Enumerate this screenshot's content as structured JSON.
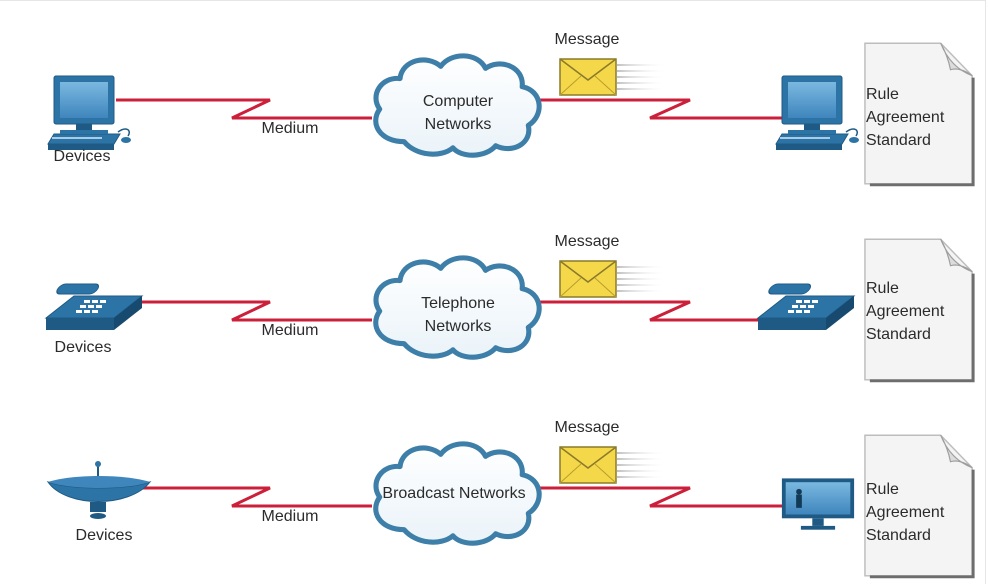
{
  "colors": {
    "link_line": "#cc1f3a",
    "cloud_outline": "#3d7fa8",
    "device_blue": "#2d74a6",
    "device_dark": "#1f5a84",
    "envelope": "#f5d84a",
    "document_fill": "#f4f4f4"
  },
  "rows": [
    {
      "device_label": "Devices",
      "medium_label": "Medium",
      "network_label_line1": "Computer",
      "network_label_line2": "Networks",
      "message_label": "Message",
      "rules": [
        "Rule",
        "Agreement",
        "Standard"
      ],
      "source_icon": "desktop-computer-icon",
      "dest_icon": "desktop-computer-icon"
    },
    {
      "device_label": "Devices",
      "medium_label": "Medium",
      "network_label_line1": "Telephone",
      "network_label_line2": "Networks",
      "message_label": "Message",
      "rules": [
        "Rule",
        "Agreement",
        "Standard"
      ],
      "source_icon": "telephone-icon",
      "dest_icon": "telephone-icon"
    },
    {
      "device_label": "Devices",
      "medium_label": "Medium",
      "network_label_line1": "Broadcast Networks",
      "network_label_line2": "",
      "message_label": "Message",
      "rules": [
        "Rule",
        "Agreement",
        "Standard"
      ],
      "source_icon": "satellite-dish-icon",
      "dest_icon": "television-icon"
    }
  ]
}
